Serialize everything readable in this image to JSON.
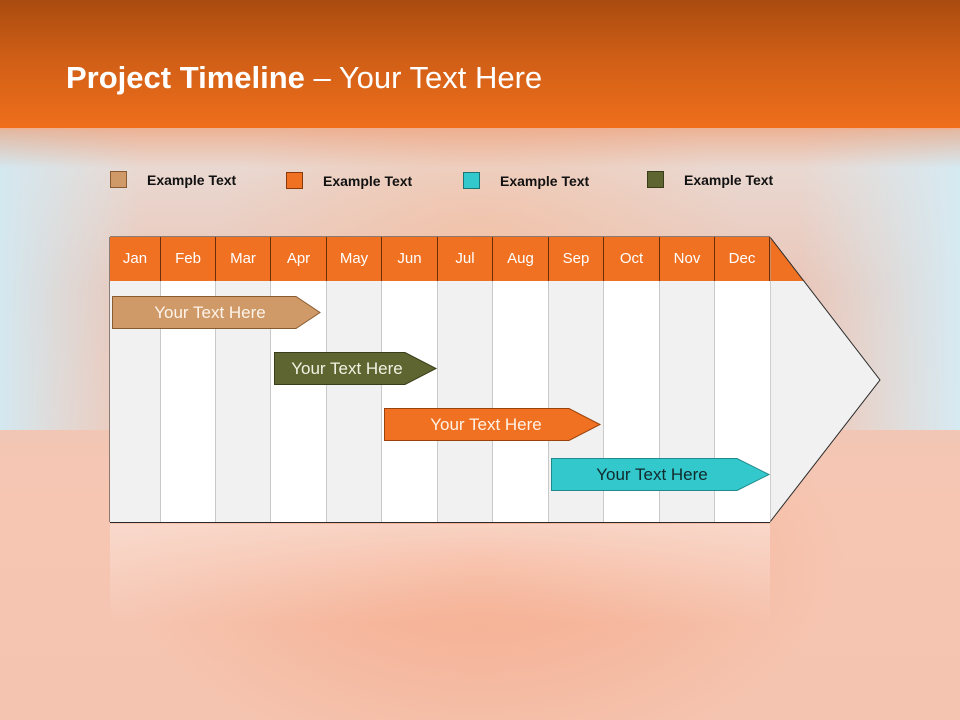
{
  "title": {
    "bold": "Project Timeline",
    "rest": " – Your Text Here"
  },
  "legend": [
    {
      "label": "Example Text",
      "color": "#d09a68"
    },
    {
      "label": "Example Text",
      "color": "#f07122"
    },
    {
      "label": "Example Text",
      "color": "#33c8cc"
    },
    {
      "label": "Example Text",
      "color": "#5f6530"
    }
  ],
  "timeline": {
    "header_color": "#f07122",
    "months": [
      "Jan",
      "Feb",
      "Mar",
      "Apr",
      "May",
      "Jun",
      "Jul",
      "Aug",
      "Sep",
      "Oct",
      "Nov",
      "Dec"
    ],
    "bars": [
      {
        "label": "Your  Text Here",
        "start_month": "Jan",
        "end_month": "Apr",
        "color": "#d09a68",
        "text_color": "#fdf3ea"
      },
      {
        "label": "Your  Text Here",
        "start_month": "Apr",
        "end_month": "Jun",
        "color": "#5f6530",
        "text_color": "#f2f2e4"
      },
      {
        "label": "Your  Text Here",
        "start_month": "Jun",
        "end_month": "Sep",
        "color": "#f07122",
        "text_color": "#fff2e6"
      },
      {
        "label": "Your  Text Here",
        "start_month": "Sep",
        "end_month": "Dec",
        "color": "#33c8cc",
        "text_color": "#112a2c"
      }
    ]
  }
}
